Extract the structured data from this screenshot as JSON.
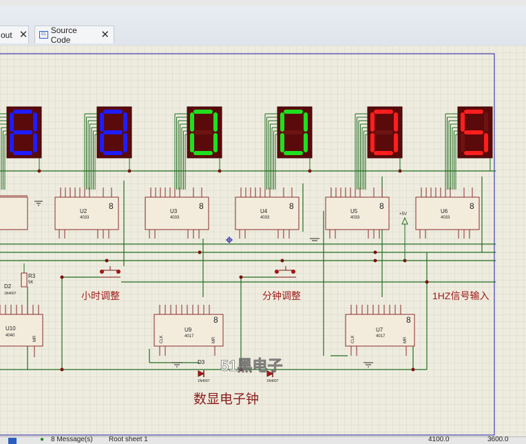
{
  "tabs": [
    {
      "label": "out"
    },
    {
      "label": "Source Code"
    }
  ],
  "components": {
    "displays": [
      "8",
      "8",
      "0",
      "0",
      "0",
      "5"
    ],
    "display_colors": [
      "#1f1cff",
      "#1f1cff",
      "#1fe01f",
      "#1fe01f",
      "#ff1e1e",
      "#ff1e1e"
    ],
    "counters": [
      {
        "ref": "U2",
        "part": "4033"
      },
      {
        "ref": "U3",
        "part": "4033"
      },
      {
        "ref": "U4",
        "part": "4033"
      },
      {
        "ref": "U5",
        "part": "4033"
      },
      {
        "ref": "U6",
        "part": "4033"
      }
    ],
    "u10": {
      "ref": "U10",
      "part": "4040"
    },
    "u9": {
      "ref": "U9",
      "part": "4017"
    },
    "u7": {
      "ref": "U7",
      "part": "4017"
    },
    "r3": {
      "ref": "R3",
      "value": "5K"
    },
    "d2": {
      "ref": "D2",
      "part": "1N4007"
    },
    "d3": {
      "ref": "D3",
      "part": "1N4007"
    },
    "d4": {
      "part": "1N4007"
    },
    "vplus": "+5V"
  },
  "labels": {
    "hour_adjust": "小时调整",
    "minute_adjust": "分钟调整",
    "signal_input": "1HZ信号输入",
    "title": "数显电子钟",
    "watermark": "51黑电子"
  },
  "status": {
    "messages": "8 Message(s)",
    "sheet": "Root sheet 1",
    "coord_x": "4100.0",
    "coord_y": "3600.0"
  }
}
